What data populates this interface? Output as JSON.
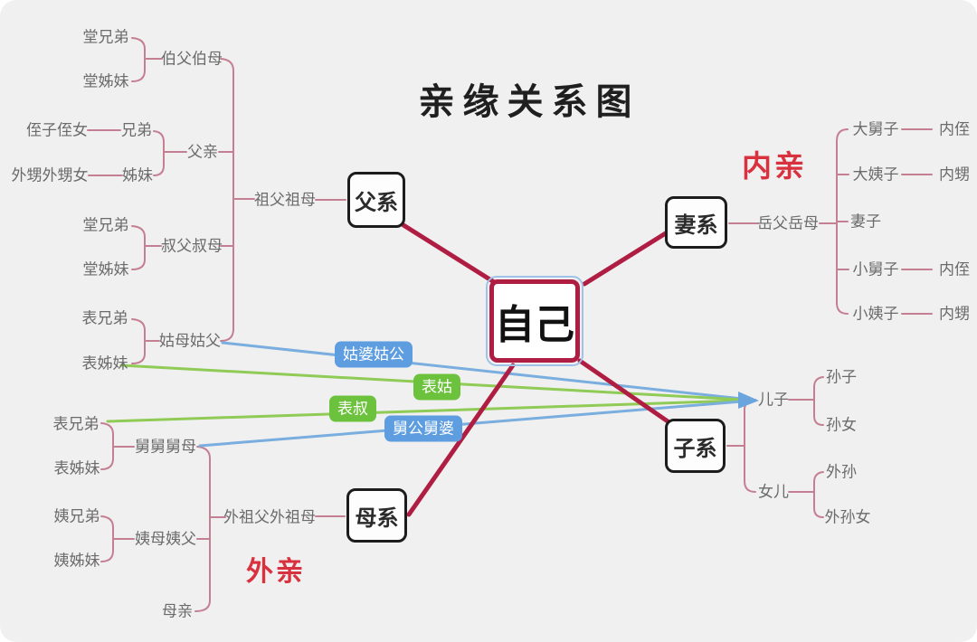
{
  "title": "亲缘关系图",
  "regions": {
    "inner": "内亲",
    "outer": "外亲"
  },
  "center": {
    "label": "自己"
  },
  "branch_boxes": {
    "paternal": "父系",
    "wife": "妻系",
    "children": "子系",
    "maternal": "母系"
  },
  "paternal_tree": {
    "grandparents": "祖父祖母",
    "elder_uncle": "伯父伯母",
    "elder_uncle_son": "堂兄弟",
    "elder_uncle_daughter": "堂姊妹",
    "father": "父亲",
    "brother": "兄弟",
    "brother_children": "侄子侄女",
    "sister": "姊妹",
    "sister_children": "外甥外甥女",
    "younger_uncle": "叔父叔母",
    "younger_uncle_son": "堂兄弟",
    "younger_uncle_daughter": "堂姊妹",
    "paternal_aunt": "姑母姑父",
    "paternal_aunt_son": "表兄弟",
    "paternal_aunt_daughter": "表姊妹"
  },
  "maternal_tree": {
    "grandparents": "外祖父外祖母",
    "mother": "母亲",
    "maternal_uncle": "舅舅舅母",
    "maternal_uncle_son": "表兄弟",
    "maternal_uncle_daughter": "表姊妹",
    "maternal_aunt": "姨母姨父",
    "maternal_aunt_son": "姨兄弟",
    "maternal_aunt_daughter": "姨姊妹"
  },
  "wife_tree": {
    "parents_in_law": "岳父岳母",
    "wife": "妻子",
    "elder_brother_in_law": "大舅子",
    "elder_brother_in_law_child": "内侄",
    "elder_sister_in_law": "大姨子",
    "elder_sister_in_law_child": "内甥",
    "younger_brother_in_law": "小舅子",
    "younger_brother_in_law_child": "内侄",
    "younger_sister_in_law": "小姨子",
    "younger_sister_in_law_child": "内甥"
  },
  "children_tree": {
    "son": "儿子",
    "grandson": "孙子",
    "granddaughter": "孙女",
    "daughter": "女儿",
    "maternal_grandson": "外孙",
    "maternal_granddaughter": "外孙女"
  },
  "floating_pills": [
    {
      "label": "姑婆姑公",
      "color": "#5d9de0"
    },
    {
      "label": "表姑",
      "color": "#6cc23d"
    },
    {
      "label": "表叔",
      "color": "#6cc23d"
    },
    {
      "label": "舅公舅婆",
      "color": "#5d9de0"
    }
  ],
  "colors": {
    "background": "#f0f0f1",
    "main_link": "#b01d42",
    "tree_link": "#c57f92",
    "blue_link": "#79aede",
    "green_link": "#8fcb55",
    "pill_blue": "#5d9de0",
    "pill_green": "#6cc23d",
    "region_label": "#d9323f",
    "selection_outline": "#9fc3e8",
    "box_border": "#1c1c1c"
  }
}
